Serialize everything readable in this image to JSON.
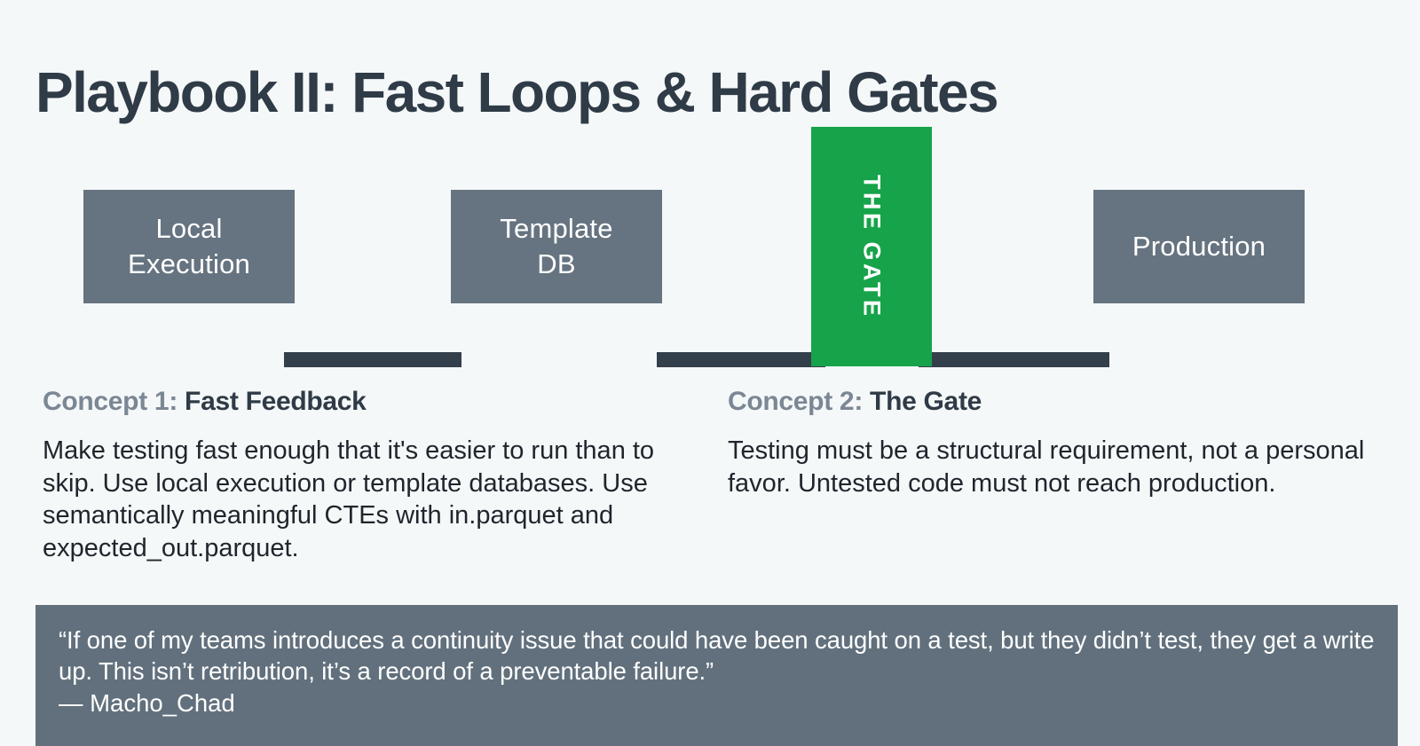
{
  "slide": {
    "title": "Playbook II: Fast Loops & Hard Gates",
    "background_color": "#f5f8f8"
  },
  "diagram": {
    "type": "pipeline-flow",
    "node_fill_color": "#667380",
    "gate_fill_color": "#16a34a",
    "connector_color": "#343f4c",
    "nodes": [
      {
        "id": "local-execution",
        "label_line1": "Local",
        "label_line2": "Execution",
        "kind": "stage"
      },
      {
        "id": "template-db",
        "label_line1": "Template",
        "label_line2": "DB",
        "kind": "stage"
      },
      {
        "id": "the-gate",
        "label": "THE GATE",
        "kind": "gate"
      },
      {
        "id": "production",
        "label_line1": "Production",
        "label_line2": "",
        "kind": "stage"
      }
    ]
  },
  "concepts": [
    {
      "lead": "Concept 1:",
      "title": " Fast Feedback",
      "body": "Make testing fast enough that it's easier to run than to skip. Use local execution or template databases. Use semantically meaningful CTEs with in.parquet and expected_out.parquet."
    },
    {
      "lead": "Concept 2:",
      "title": " The Gate",
      "body": "Testing must be a structural requirement, not a personal favor. Untested code must not reach production."
    }
  ],
  "quote": {
    "text": "“If one of my teams introduces a continuity issue that could have been caught on a test, but they didn’t test, they get a write up. This isn’t retribution, it’s a record of a preventable failure.”",
    "attribution": "— Macho_Chad",
    "background_color": "#61707c"
  }
}
